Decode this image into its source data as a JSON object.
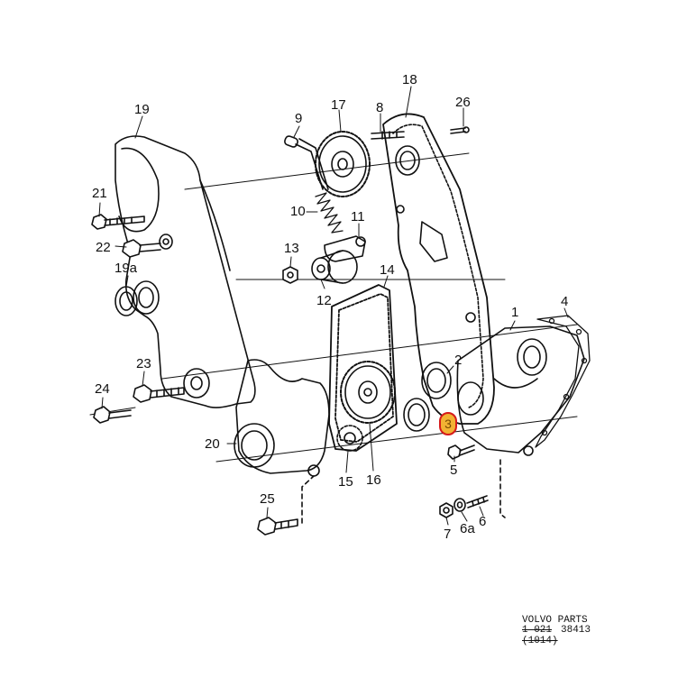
{
  "diagram": {
    "callouts": [
      "19",
      "21",
      "22",
      "19a",
      "23",
      "24",
      "20",
      "25",
      "9",
      "10",
      "17",
      "13",
      "12",
      "11",
      "14",
      "15",
      "16",
      "8",
      "18",
      "26",
      "2",
      "1",
      "4",
      "3",
      "5",
      "7",
      "6a",
      "6"
    ],
    "highlighted_callout": "3",
    "highlight_color": "#f2b233",
    "highlight_border": "#d61a1a"
  },
  "footer": {
    "brand": "VOLVO  PARTS",
    "code_a": "1 021",
    "code_b": "38413",
    "code_c": "(1014)"
  }
}
